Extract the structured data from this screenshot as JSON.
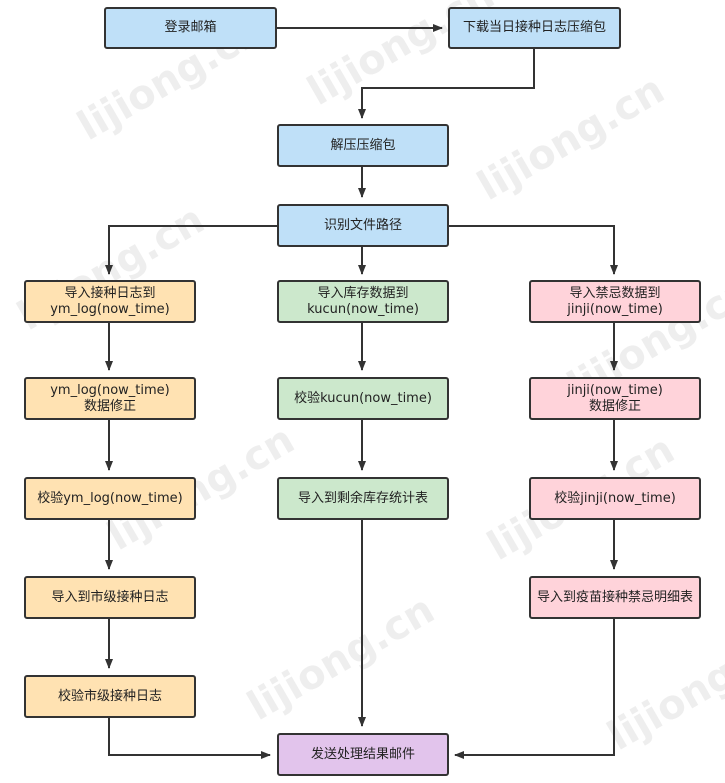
{
  "nodes": {
    "login_email": "登录邮箱",
    "download_logs": "下载当日接种日志压缩包",
    "unzip": "解压压缩包",
    "identify_path": "识别文件路径",
    "import_vaccination_log": "导入接种日志到\nym_log(now_time)",
    "import_inventory": "导入库存数据到\nkucun(now_time)",
    "import_contraindication": "导入禁忌数据到\njinji(now_time)",
    "ymlog_fix": "ym_log(now_time)\n数据修正",
    "verify_kucun": "校验kucun(now_time)",
    "jinji_fix": "jinji(now_time)\n数据修正",
    "verify_ymlog": "校验ym_log(now_time)",
    "import_remaining_stock": "导入到剩余库存统计表",
    "verify_jinji": "校验jinji(now_time)",
    "import_city_log": "导入到市级接种日志",
    "import_contraindication_detail": "导入到疫苗接种禁忌明细表",
    "verify_city_log": "校验市级接种日志",
    "send_result_email": "发送处理结果邮件"
  },
  "watermark": "lijiong.cn",
  "colors": {
    "blue": "#bfe0f8",
    "orange": "#ffe2b2",
    "green": "#cce8cc",
    "pink": "#ffd3da",
    "purple": "#e2c4ec",
    "stroke": "#333333"
  }
}
